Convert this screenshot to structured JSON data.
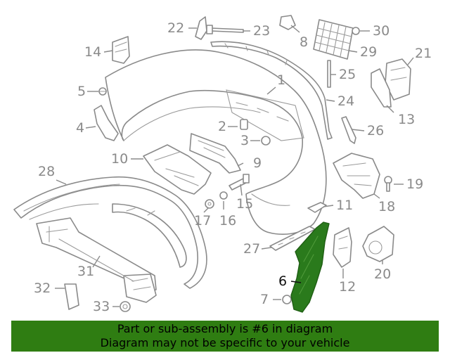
{
  "callouts": [
    {
      "id": "1",
      "label": "1"
    },
    {
      "id": "2",
      "label": "2"
    },
    {
      "id": "3",
      "label": "3"
    },
    {
      "id": "4",
      "label": "4"
    },
    {
      "id": "5",
      "label": "5"
    },
    {
      "id": "6",
      "label": "6"
    },
    {
      "id": "7",
      "label": "7"
    },
    {
      "id": "8",
      "label": "8"
    },
    {
      "id": "9",
      "label": "9"
    },
    {
      "id": "10",
      "label": "10"
    },
    {
      "id": "11",
      "label": "11"
    },
    {
      "id": "12",
      "label": "12"
    },
    {
      "id": "13",
      "label": "13"
    },
    {
      "id": "14",
      "label": "14"
    },
    {
      "id": "15",
      "label": "15"
    },
    {
      "id": "16",
      "label": "16"
    },
    {
      "id": "17",
      "label": "17"
    },
    {
      "id": "18",
      "label": "18"
    },
    {
      "id": "19",
      "label": "19"
    },
    {
      "id": "20",
      "label": "20"
    },
    {
      "id": "21",
      "label": "21"
    },
    {
      "id": "22",
      "label": "22"
    },
    {
      "id": "23",
      "label": "23"
    },
    {
      "id": "24",
      "label": "24"
    },
    {
      "id": "25",
      "label": "25"
    },
    {
      "id": "26",
      "label": "26"
    },
    {
      "id": "27",
      "label": "27"
    },
    {
      "id": "28",
      "label": "28"
    },
    {
      "id": "29",
      "label": "29"
    },
    {
      "id": "30",
      "label": "30"
    },
    {
      "id": "31",
      "label": "31"
    },
    {
      "id": "32",
      "label": "32"
    },
    {
      "id": "33",
      "label": "33"
    }
  ],
  "highlighted_part": "6",
  "colors": {
    "highlight": "#2a7a1c",
    "banner": "#2f7d12",
    "line_art": "#8a8a8a"
  },
  "banner": {
    "line1": "Part or sub-assembly is #6 in diagram",
    "line2": "Diagram may not be specific to your vehicle"
  }
}
